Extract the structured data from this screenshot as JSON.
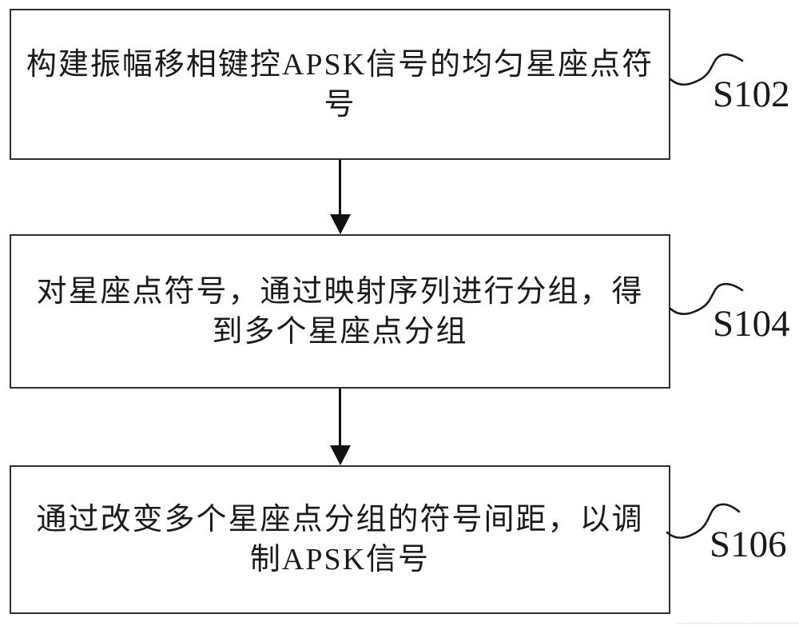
{
  "flowchart": {
    "steps": [
      {
        "label": "S102",
        "lines": [
          "构建振幅移相键控APSK信号的均匀星座点符",
          "号"
        ],
        "full_text": "构建振幅移相键控APSK信号的均匀星座点符号"
      },
      {
        "label": "S104",
        "lines": [
          "对星座点符号，通过映射序列进行分组，得",
          "到多个星座点分组"
        ],
        "full_text": "对星座点符号，通过映射序列进行分组，得到多个星座点分组"
      },
      {
        "label": "S106",
        "lines": [
          "通过改变多个星座点分组的符号间距，以调",
          "制APSK信号"
        ],
        "full_text": "通过改变多个星座点分组的符号间距，以调制APSK信号"
      }
    ],
    "colors": {
      "ink": "#1a1a1a",
      "border": "#2f2f2f",
      "background": "#ffffff"
    }
  }
}
